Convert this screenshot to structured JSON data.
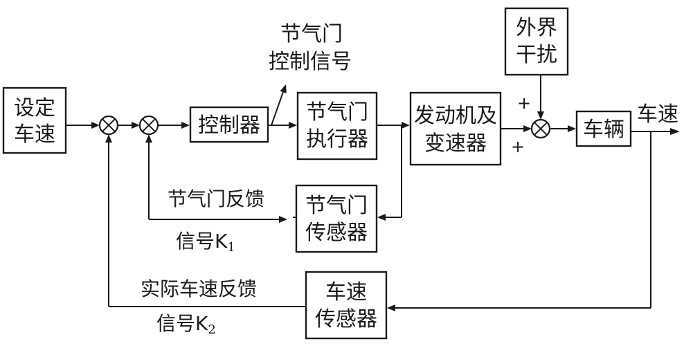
{
  "blocks": {
    "set_speed": {
      "line1": "设定",
      "line2": "车速"
    },
    "controller": {
      "label": "控制器"
    },
    "throttle_actuator": {
      "line1": "节气门",
      "line2": "执行器"
    },
    "engine_transmission": {
      "line1": "发动机及",
      "line2": "变速器"
    },
    "disturbance": {
      "line1": "外界",
      "line2": "干扰"
    },
    "vehicle": {
      "label": "车辆"
    },
    "throttle_sensor": {
      "line1": "节气门",
      "line2": "传感器"
    },
    "speed_sensor": {
      "line1": "车速",
      "line2": "传感器"
    }
  },
  "labels": {
    "throttle_control_signal": {
      "line1": "节气门",
      "line2": "控制信号"
    },
    "throttle_feedback": {
      "line1": "节气门反馈",
      "line2_text": "信号K",
      "line2_sub": "1"
    },
    "speed_feedback": {
      "line1": "实际车速反馈",
      "line2_text": "信号K",
      "line2_sub": "2"
    },
    "output": "车速",
    "plus_top": "+",
    "plus_left": "+"
  }
}
